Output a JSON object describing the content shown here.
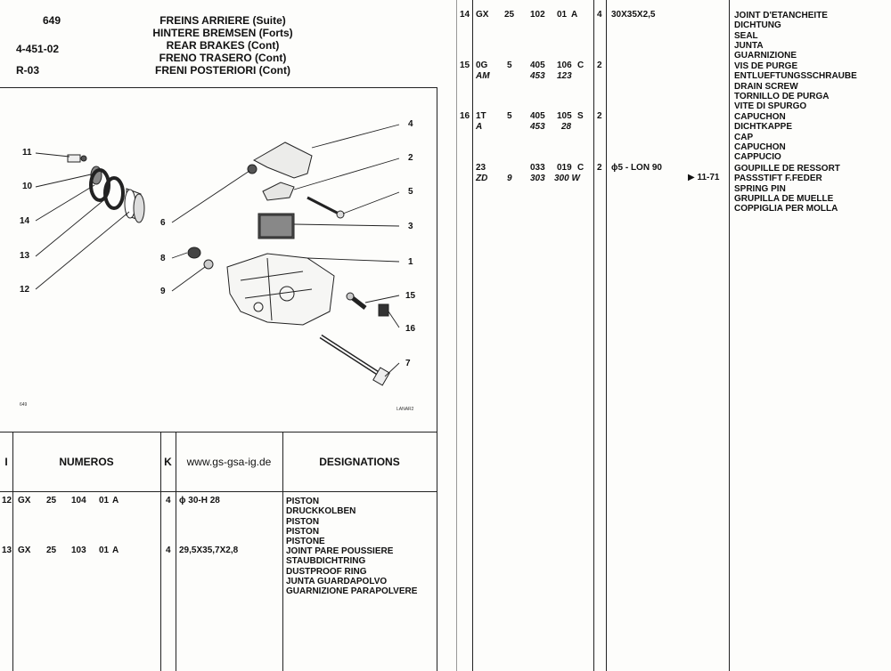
{
  "header": {
    "page_number": "649",
    "ref_code": "4-451-02",
    "rev_code": "R-03",
    "titles": [
      "FREINS ARRIERE (Suite)",
      "HINTERE BREMSEN (Forts)",
      "REAR BRAKES (Cont)",
      "FRENO TRASERO (Cont)",
      "FRENI POSTERIORI (Cont)"
    ]
  },
  "diagram": {
    "labels": [
      "1",
      "2",
      "3",
      "4",
      "5",
      "6",
      "7",
      "8",
      "9",
      "10",
      "11",
      "12",
      "13",
      "14",
      "15",
      "16"
    ],
    "footer_left": "649",
    "footer_right": "LANAR2"
  },
  "table_header": {
    "col_i": "I",
    "col_numeros": "NUMEROS",
    "col_k": "K",
    "col_website": "www.gs-gsa-ig.de",
    "col_designations": "DESIGNATIONS"
  },
  "left_rows": [
    {
      "item": "12",
      "prefix": "GX",
      "n1": "25",
      "n2": "104",
      "n3": "01",
      "n4": "A",
      "qty": "4",
      "spec": "ϕ 30-H 28",
      "designations": [
        "PISTON",
        "DRUCKKOLBEN",
        "PISTON",
        "PISTON",
        "PISTONE"
      ]
    },
    {
      "item": "13",
      "prefix": "GX",
      "n1": "25",
      "n2": "103",
      "n3": "01",
      "n4": "A",
      "qty": "4",
      "spec": "29,5X35,7X2,8",
      "designations": [
        "JOINT PARE POUSSIERE",
        "STAUBDICHTRING",
        "DUSTPROOF RING",
        "JUNTA GUARDAPOLVO",
        "GUARNIZIONE PARAPOLVERE"
      ]
    }
  ],
  "right_rows": [
    {
      "item": "14",
      "prefix": "GX",
      "n1": "25",
      "n2": "102",
      "n3": "01",
      "n4": "A",
      "alt_prefix": "",
      "alt_n1": "",
      "alt_n2": "",
      "alt_n3": "",
      "qty": "4",
      "spec": "30X35X2,5",
      "date": "",
      "designations": [
        "JOINT D'ETANCHEITE",
        "DICHTUNG",
        "SEAL",
        "JUNTA",
        "GUARNIZIONE"
      ]
    },
    {
      "item": "15",
      "prefix": "0G",
      "n1": "5",
      "n2": "405",
      "n3": "106",
      "n4": "C",
      "alt_prefix": "AM",
      "alt_n1": "",
      "alt_n2": "453",
      "alt_n3": "123",
      "qty": "2",
      "spec": "",
      "date": "",
      "designations": [
        "VIS DE PURGE",
        "ENTLUEFTUNGSSCHRAUBE",
        "DRAIN SCREW",
        "TORNILLO DE PURGA",
        "VITE DI SPURGO"
      ]
    },
    {
      "item": "16",
      "prefix": "1T",
      "n1": "5",
      "n2": "405",
      "n3": "105",
      "n4": "S",
      "alt_prefix": "A",
      "alt_n1": "",
      "alt_n2": "453",
      "alt_n3": "28",
      "qty": "2",
      "spec": "",
      "date": "",
      "designations": [
        "CAPUCHON",
        "DICHTKAPPE",
        "CAP",
        "CAPUCHON",
        "CAPPUCIO"
      ]
    },
    {
      "item": "",
      "prefix": "23",
      "n1": "",
      "n2": "033",
      "n3": "019",
      "n4": "C",
      "alt_prefix": "ZD",
      "alt_n1": "9",
      "alt_n2": "303",
      "alt_n3": "300 W",
      "qty": "2",
      "spec": "ϕ5 - LON 90",
      "date": "▶ 11-71",
      "designations": [
        "GOUPILLE DE RESSORT",
        "PASSSTIFT F.FEDER",
        "SPRING PIN",
        "GRUPILLA DE MUELLE",
        "COPPIGLIA PER MOLLA"
      ]
    }
  ]
}
